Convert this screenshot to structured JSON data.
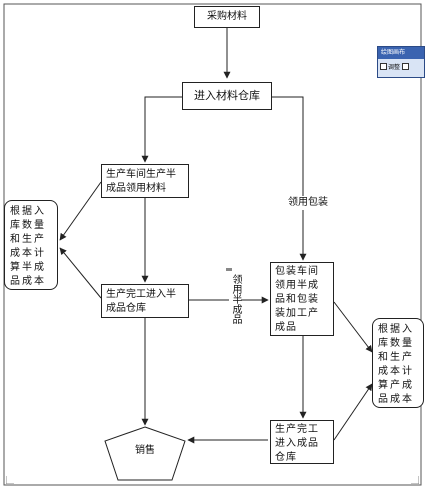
{
  "nodes": {
    "purchase": "采购材料",
    "warehouse": "进入材料仓库",
    "workshop": "生产车间生产半成品领用材料",
    "semi_warehouse": "生产完工进入半成品仓库",
    "packaging": "包装车间领用半成品和包装装加工产成品",
    "finished_warehouse": "生产完工进入成品仓库",
    "sales": "销售",
    "calc_semi": "根据入库数量和生产成本计算半成品成本",
    "calc_finished": "根据入库数量和生产成本计算产成品成本"
  },
  "edge_labels": {
    "packaging_use": "领用包装",
    "use_semi": "领用半成品"
  },
  "toolbar": {
    "title": "绘图画布",
    "adjust_label": "调整"
  },
  "colors": {
    "line": "#222222",
    "toolbar_bg": "#d9e4f5",
    "toolbar_title_bg": "#3a63b0"
  }
}
